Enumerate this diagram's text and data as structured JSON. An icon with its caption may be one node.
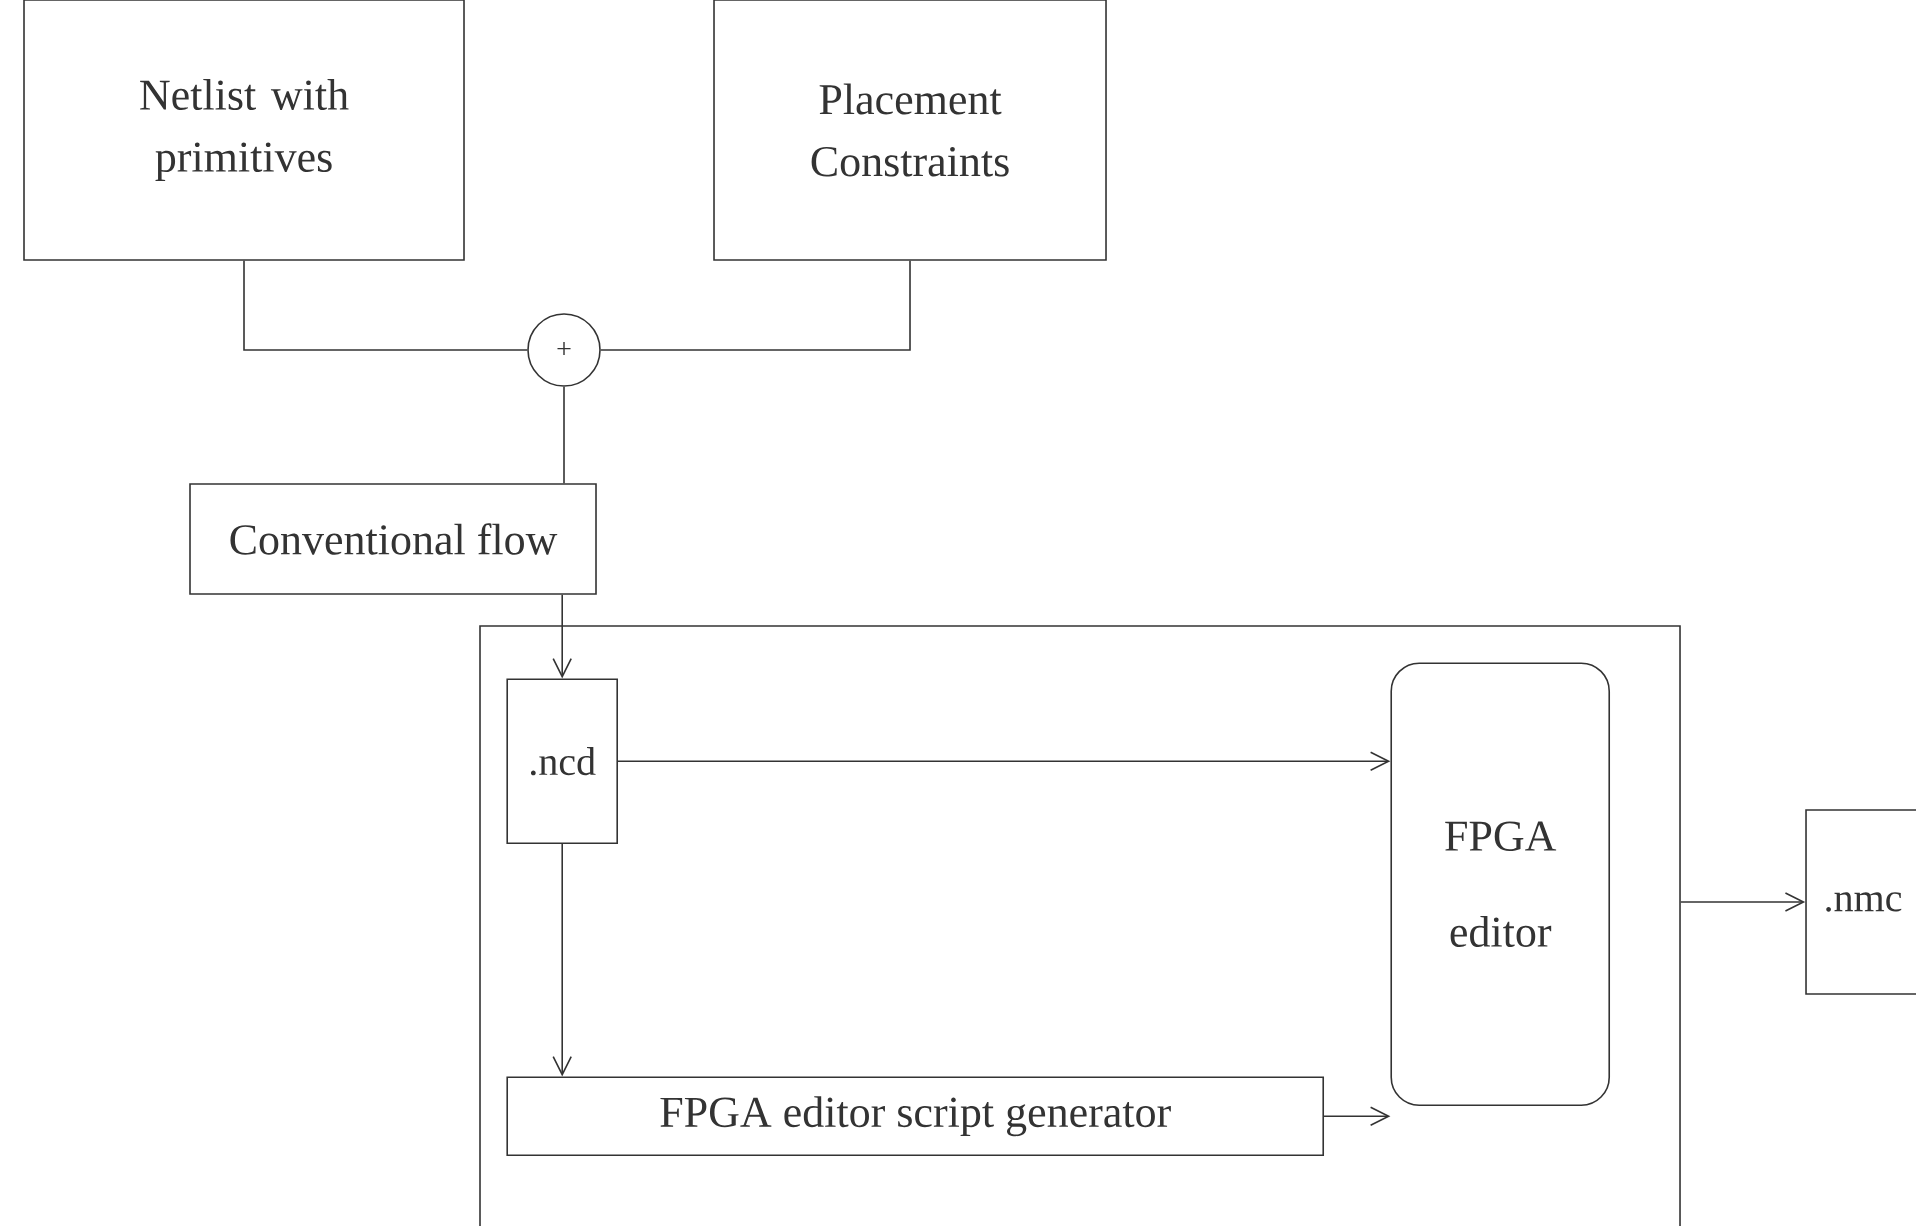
{
  "diagram": {
    "nodes": [
      {
        "text": [
          "Netlist with primitives"
        ]
      },
      {
        "text": [
          "Placement Constraints"
        ]
      },
      {
        "text": [
          "+"
        ]
      },
      {
        "text": [
          "Conventional flow"
        ]
      },
      {
        "text": [],
        "shape": "box"
      },
      {
        "text": [
          ".ncd"
        ],
        "in": 4
      },
      {
        "text": [
          "FPGA editor"
        ],
        "in": 4
      },
      {
        "text": [
          "FPGA editor script generator"
        ],
        "in": 4
      },
      {
        "text": [
          ".nmc"
        ]
      }
    ],
    "edges": [
      {
        "from": 0,
        "to": 2,
        "arrow": "none"
      },
      {
        "from": 1,
        "to": 2,
        "arrow": "none"
      },
      {
        "from": 2,
        "to": 3,
        "arrow": "none"
      },
      {
        "from": 3,
        "to": 5,
        "arrow": "to"
      },
      {
        "from": 5,
        "to": 6,
        "arrow": "to"
      },
      {
        "from": 5,
        "to": 7,
        "arrow": "to"
      },
      {
        "from": 7,
        "to": 6,
        "arrow": "to"
      },
      {
        "from": 4,
        "to": 8,
        "arrow": "to"
      }
    ]
  }
}
